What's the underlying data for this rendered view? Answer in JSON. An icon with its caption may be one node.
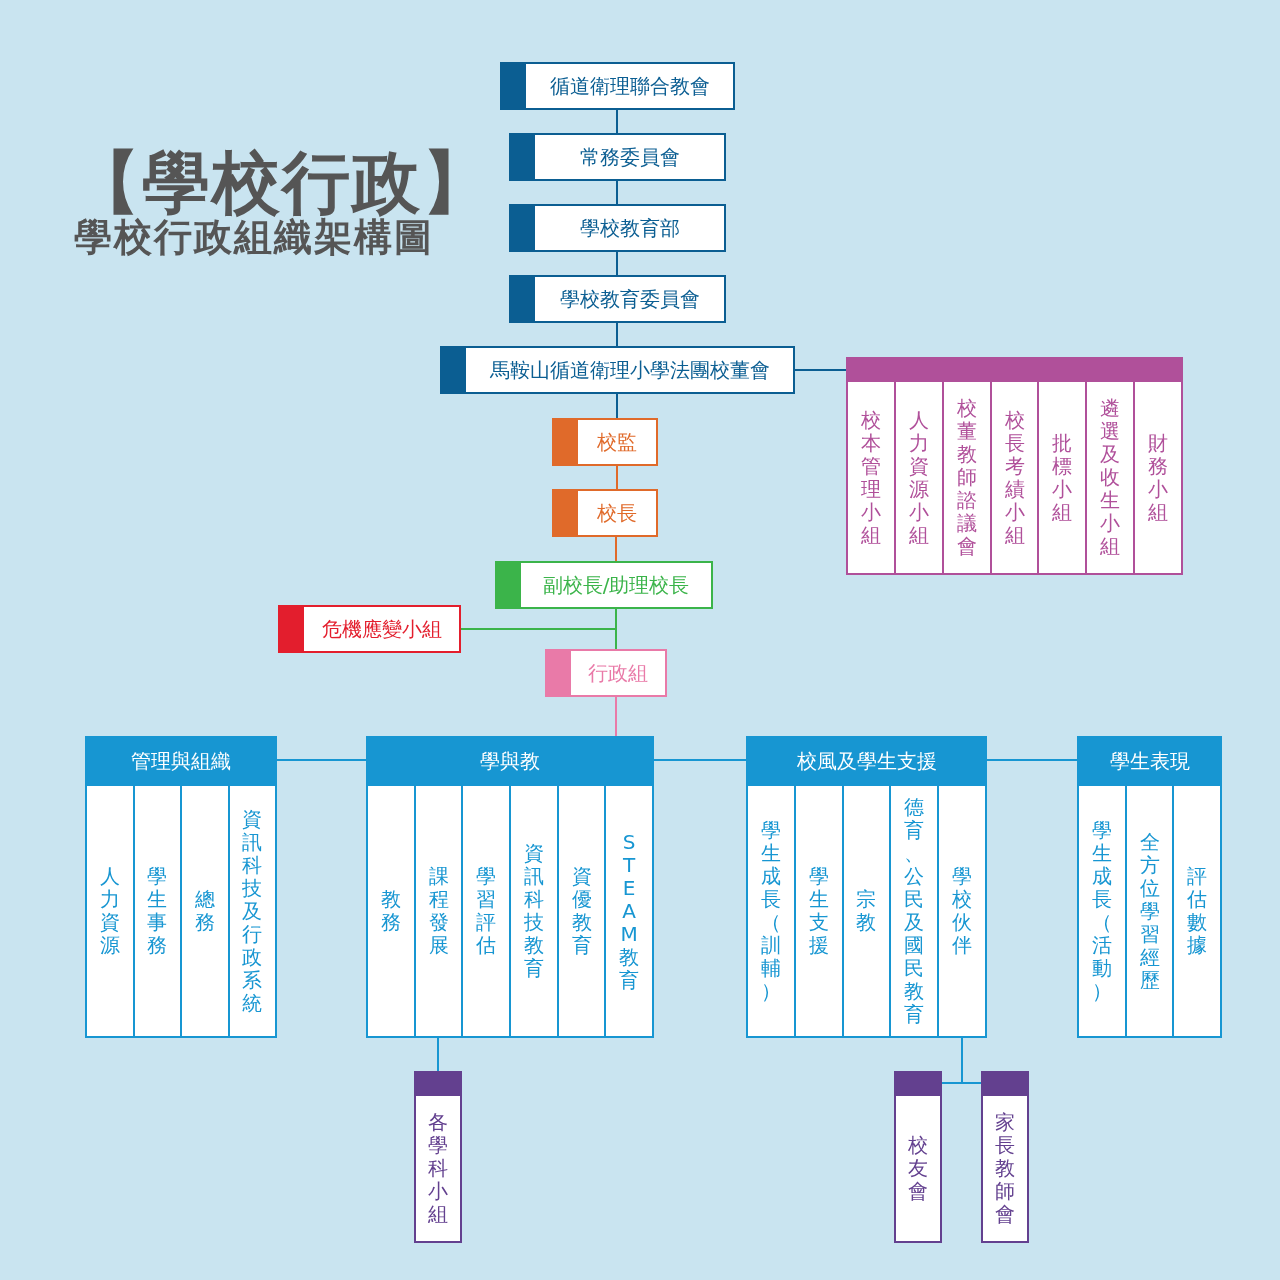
{
  "diagram": {
    "title": "【學校行政】",
    "nodes": [
      {
        "text": [
          "循道衛理聯合教會"
        ]
      },
      {
        "text": [
          "常務委員會"
        ]
      },
      {
        "text": [
          "學校教育部"
        ]
      },
      {
        "text": [
          "學校教育委員會"
        ]
      },
      {
        "text": [
          "馬鞍山循道衛理小學法團校董會"
        ]
      },
      {
        "text": [],
        "shape": "box"
      },
      {
        "text": [
          "校本管理小組"
        ],
        "in": 5
      },
      {
        "text": [
          "人力資源小組"
        ],
        "in": 5
      },
      {
        "text": [
          "校董教師諮議會"
        ],
        "in": 5
      },
      {
        "text": [
          "校長考績小組"
        ],
        "in": 5
      },
      {
        "text": [
          "批標小組"
        ],
        "in": 5
      },
      {
        "text": [
          "遴選及收生小組"
        ],
        "in": 5
      },
      {
        "text": [
          "財務小組"
        ],
        "in": 5
      },
      {
        "text": [
          "校監"
        ]
      },
      {
        "text": [
          "校長"
        ]
      },
      {
        "text": [
          "副校長/助理校長"
        ]
      },
      {
        "text": [
          "危機應變小組"
        ]
      },
      {
        "text": [
          "行政組"
        ]
      },
      {
        "text": [
          "管理與組織"
        ]
      },
      {
        "text": [
          "人力資源"
        ],
        "in": 18
      },
      {
        "text": [
          "學生事務"
        ],
        "in": 18
      },
      {
        "text": [
          "總務"
        ],
        "in": 18
      },
      {
        "text": [
          "資訊科技及行政系統"
        ],
        "in": 18
      },
      {
        "text": [
          "學與教"
        ]
      },
      {
        "text": [
          "教務"
        ],
        "in": 23
      },
      {
        "text": [
          "課程發展"
        ],
        "in": 23
      },
      {
        "text": [
          "學習評估"
        ],
        "in": 23
      },
      {
        "text": [
          "資訊科技教育"
        ],
        "in": 23
      },
      {
        "text": [
          "資優教育"
        ],
        "in": 23
      },
      {
        "text": [
          "STEAM教育"
        ],
        "in": 23
      },
      {
        "text": [
          "校風及學生支援"
        ]
      },
      {
        "text": [
          "學生成長（訓輔）"
        ],
        "in": 30
      },
      {
        "text": [
          "學生支援"
        ],
        "in": 30
      },
      {
        "text": [
          "宗教"
        ],
        "in": 30
      },
      {
        "text": [
          "德育、公民及國民教育"
        ],
        "in": 30
      },
      {
        "text": [
          "學校伙伴"
        ],
        "in": 30
      },
      {
        "text": [
          "學生表現"
        ]
      },
      {
        "text": [
          "學生成長（活動）"
        ],
        "in": 36
      },
      {
        "text": [
          "全方位學習經歷"
        ],
        "in": 36
      },
      {
        "text": [
          "評估數據"
        ],
        "in": 36
      },
      {
        "text": [
          "各學科小組"
        ]
      },
      {
        "text": [
          "校友會"
        ]
      },
      {
        "text": [
          "家長教師會"
        ]
      }
    ],
    "edges": [
      {
        "from": 0,
        "to": 1,
        "arrow": "none",
        "color": "#0b5e92"
      },
      {
        "from": 1,
        "to": 2,
        "arrow": "none",
        "color": "#0b5e92"
      },
      {
        "from": 2,
        "to": 3,
        "arrow": "none",
        "color": "#0b5e92"
      },
      {
        "from": 3,
        "to": 4,
        "arrow": "none",
        "color": "#0b5e92"
      },
      {
        "from": 4,
        "to": 5,
        "arrow": "none",
        "color": "#0b5e92"
      },
      {
        "from": 4,
        "to": 13,
        "arrow": "none",
        "color": "#0b5e92"
      },
      {
        "from": 13,
        "to": 14,
        "arrow": "none",
        "color": "#e06a2a"
      },
      {
        "from": 14,
        "to": 15,
        "arrow": "none",
        "color": "#e06a2a"
      },
      {
        "from": 15,
        "to": 16,
        "arrow": "none",
        "color": "#3bb44a"
      },
      {
        "from": 15,
        "to": 17,
        "arrow": "none",
        "color": "#3bb44a"
      },
      {
        "from": 17,
        "to": 23,
        "arrow": "none",
        "color": "#e97aa8"
      },
      {
        "from": 18,
        "to": 23,
        "arrow": "none",
        "color": "#1796d2"
      },
      {
        "from": 23,
        "to": 30,
        "arrow": "none",
        "color": "#1796d2"
      },
      {
        "from": 30,
        "to": 36,
        "arrow": "none",
        "color": "#1796d2"
      },
      {
        "from": 25,
        "to": 40,
        "arrow": "none",
        "color": "#1796d2"
      },
      {
        "from": 35,
        "to": 41,
        "arrow": "none",
        "color": "#1796d2"
      },
      {
        "from": 35,
        "to": 42,
        "arrow": "none",
        "color": "#1796d2"
      }
    ],
    "labels": [
      "學校行政組織架構圖"
    ]
  }
}
